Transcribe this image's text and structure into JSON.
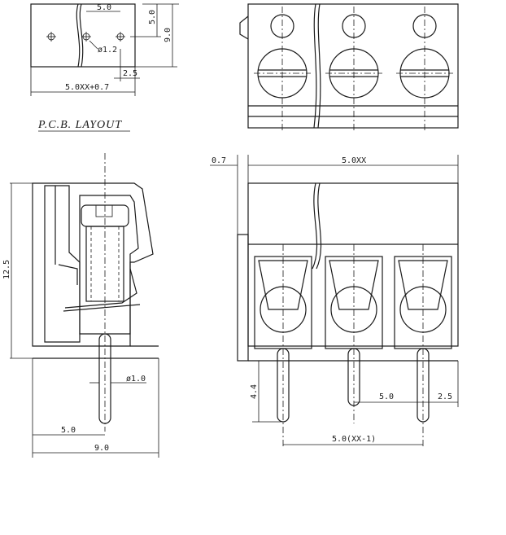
{
  "pcb_layout": {
    "title": "P.C.B. LAYOUT",
    "pitch": "5.0",
    "row_offset": "5.0",
    "height": "9.0",
    "hole_dia": "ø1.2",
    "edge": "2.5",
    "width": "5.0XX+0.7"
  },
  "side_view": {
    "height": "12.5",
    "pin_dia": "ø1.0",
    "pin_pos": "5.0",
    "depth": "9.0"
  },
  "front_view": {
    "offset": "0.7",
    "width": "5.0XX",
    "pin_length": "4.4",
    "pitch": "5.0",
    "edge": "2.5",
    "span": "5.0(XX-1)"
  }
}
